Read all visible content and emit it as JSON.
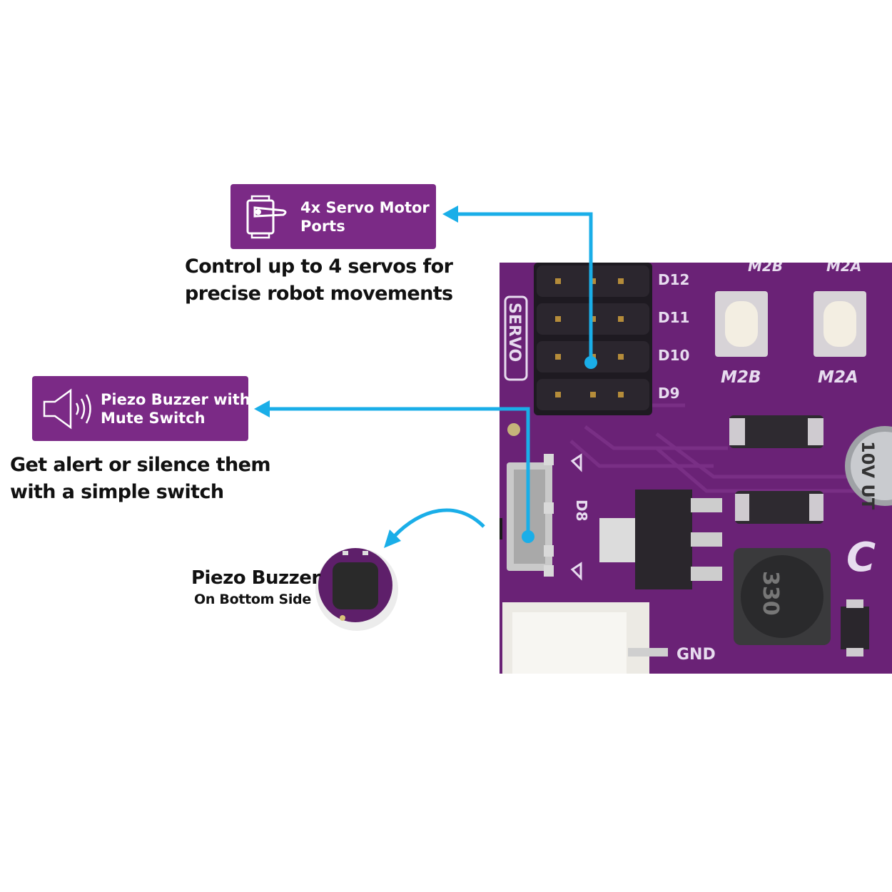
{
  "servo_feature": {
    "title_lines": [
      "4x Servo Motor",
      "Ports"
    ],
    "description_lines": [
      "Control up to 4 servos for",
      "precise robot movements"
    ]
  },
  "buzzer_feature": {
    "title_lines": [
      "Piezo Buzzer with",
      "Mute Switch"
    ],
    "description_lines": [
      "Get alert or silence them",
      "with a simple switch"
    ]
  },
  "piezo_detail": {
    "title": "Piezo Buzzer",
    "subtitle": "On Bottom Side"
  },
  "board": {
    "silkscreen": {
      "servo": "SERVO",
      "pins": [
        "D12",
        "D11",
        "D10",
        "D9"
      ],
      "motor_top": [
        "M2B",
        "M2A"
      ],
      "motor_buttons": [
        "M2B",
        "M2A"
      ],
      "buzzer_pin": "D8",
      "gnd": "GND",
      "inductor": "330",
      "cap": "10V UT",
      "logo_fragment": "C"
    }
  },
  "colors": {
    "badge": "#7b2a86",
    "arrow": "#1aaee8",
    "pcb": "#6b2278"
  }
}
